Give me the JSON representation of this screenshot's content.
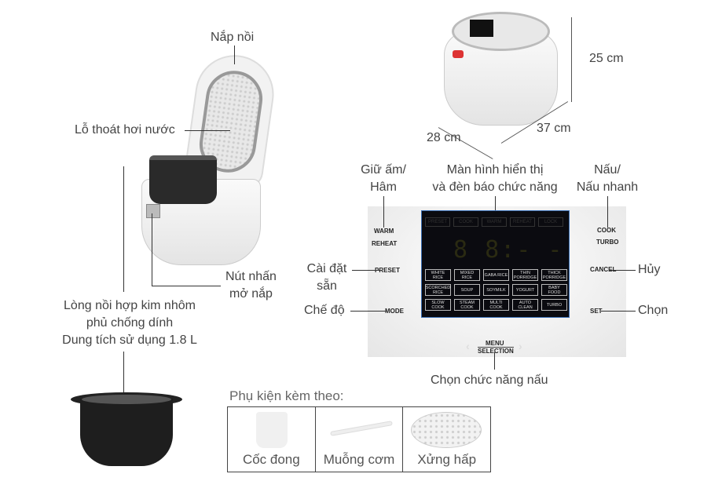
{
  "labels": {
    "lid": "Nắp nồi",
    "vent": "Lỗ thoát hơi nước",
    "release_button": [
      "Nút nhấn",
      "mở nắp"
    ],
    "inner_pot": [
      "Lòng nồi hợp kim nhôm",
      "phủ chống dính",
      "Dung tích sử dụng 1.8 L"
    ],
    "height": "25 cm",
    "depth": "28 cm",
    "width": "37 cm",
    "warm": [
      "Giữ ấm/",
      "Hâm"
    ],
    "display": [
      "Màn hình hiển thị",
      "và đèn báo chức năng"
    ],
    "cook": [
      "Nấu/",
      "Nấu nhanh"
    ],
    "preset": [
      "Cài đặt",
      "sẵn"
    ],
    "mode": "Chế độ",
    "cancel": "Hủy",
    "set": "Chọn",
    "menu": "Chọn chức năng nấu"
  },
  "panel": {
    "warm": "WARM",
    "reheat": "REHEAT",
    "preset": "PRESET",
    "mode": "MODE",
    "cook": "COOK",
    "turbo": "TURBO",
    "cancel": "CANCEL",
    "set": "SET",
    "menu": "MENU",
    "selection": "SELECTION",
    "indicators": [
      "PRESET",
      "COOK",
      "WARM",
      "REHEAT",
      "LOCK"
    ],
    "digits": "8 8:- -",
    "buttons": [
      "WHITE RICE",
      "MIXED RICE",
      "GABA RICE",
      "THIN PORRIDGE",
      "THICK PORRIDGE",
      "SCORCHED RICE",
      "SOUP",
      "SOYMILK",
      "YOGURT",
      "BABY FOOD",
      "SLOW COOK",
      "STEAM COOK",
      "MULTI COOK",
      "AUTO CLEAN",
      "TURBO"
    ]
  },
  "accessories": {
    "title": "Phụ kiện kèm theo:",
    "items": [
      "Cốc đong",
      "Muỗng cơm",
      "Xửng hấp"
    ]
  }
}
